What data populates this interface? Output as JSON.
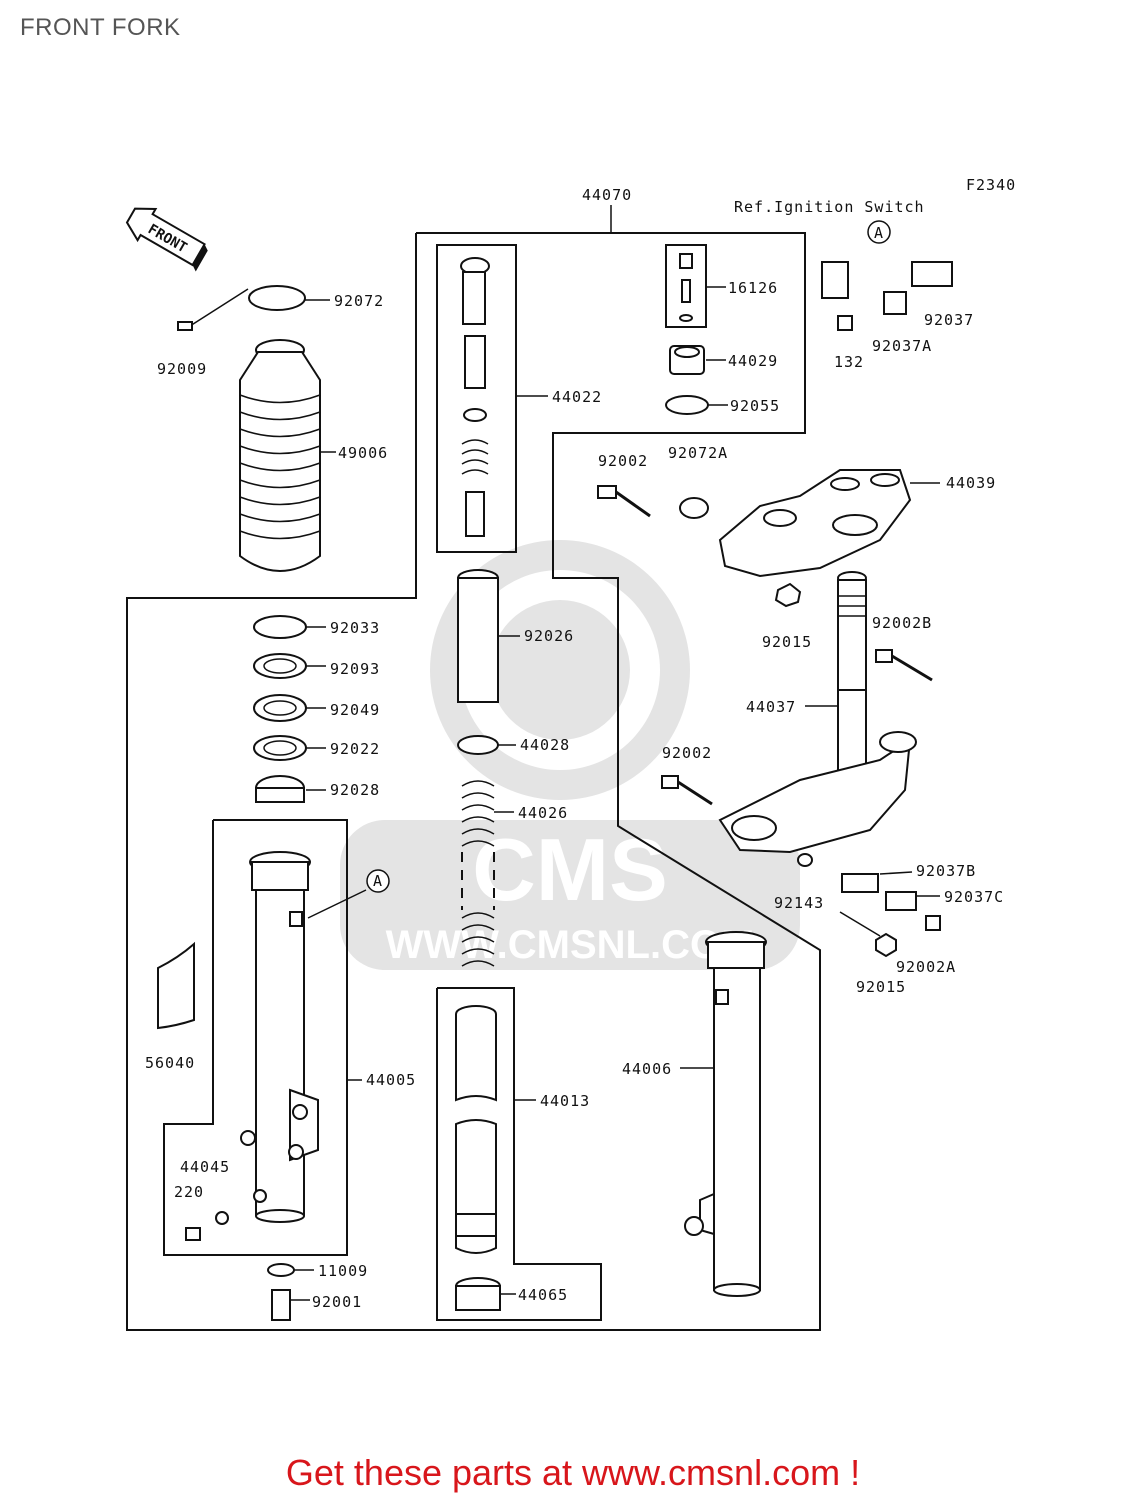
{
  "page": {
    "title": "FRONT FORK",
    "footer": "Get these parts at www.cmsnl.com !"
  },
  "diagram": {
    "code": "F2340",
    "front_arrow": "FRONT",
    "ref_note": "Ref.Ignition Switch",
    "watermark": "CMS",
    "watermark_url": "WWW.CMSNL.COM",
    "callout_letter": "A",
    "labels": {
      "p44070": "44070",
      "p16126": "16126",
      "p44029": "44029",
      "p92055": "92055",
      "p44022": "44022",
      "p92072": "92072",
      "p92009": "92009",
      "p49006": "49006",
      "p92037": "92037",
      "p132": "132",
      "p92037A": "92037A",
      "p92002a": "92002",
      "p92072A": "92072A",
      "p44039": "44039",
      "p92015a": "92015",
      "p92002B": "92002B",
      "p44037": "44037",
      "p92002b": "92002",
      "p92033": "92033",
      "p92093": "92093",
      "p92049": "92049",
      "p92022": "92022",
      "p92028": "92028",
      "p92026": "92026",
      "p44028": "44028",
      "p44026": "44026",
      "p92037B": "92037B",
      "p92143": "92143",
      "p92037C": "92037C",
      "p92002A": "92002A",
      "p92015b": "92015",
      "p56040": "56040",
      "p44005": "44005",
      "p44006": "44006",
      "p44013": "44013",
      "p44045": "44045",
      "p220": "220",
      "p11009": "11009",
      "p92001": "92001",
      "p44065": "44065"
    }
  }
}
